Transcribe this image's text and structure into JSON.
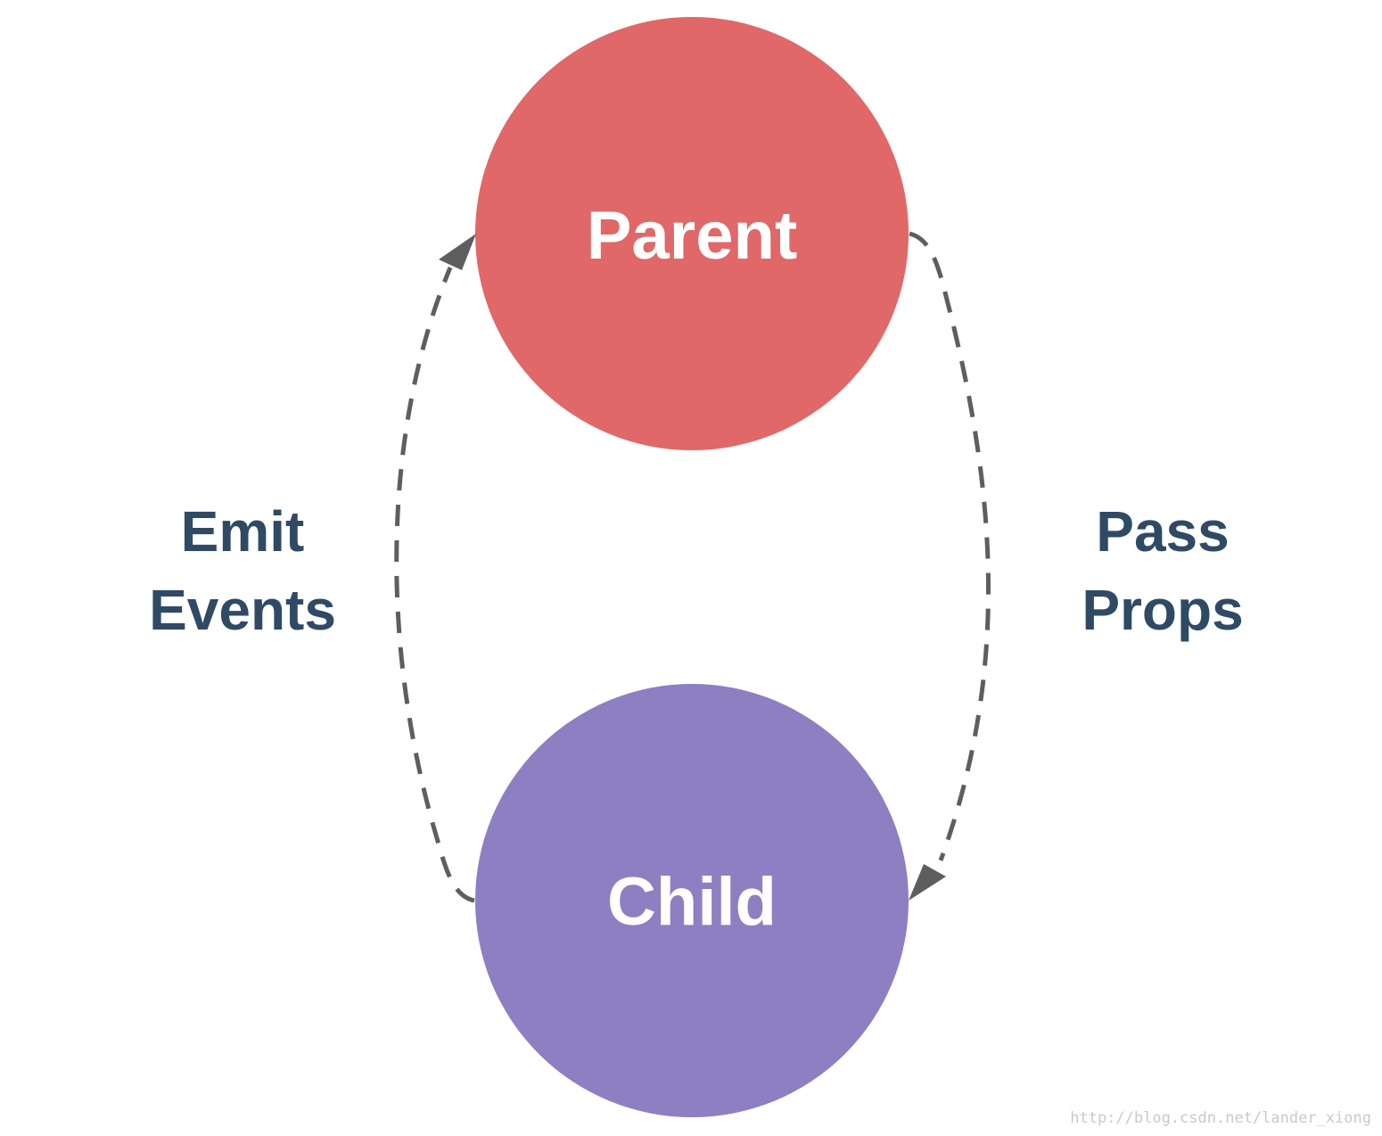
{
  "diagram": {
    "parent": {
      "label": "Parent",
      "color": "#e06868"
    },
    "child": {
      "label": "Child",
      "color": "#8e7ec2"
    },
    "emit": {
      "line1": "Emit",
      "line2": "Events"
    },
    "pass": {
      "line1": "Pass",
      "line2": "Props"
    },
    "label_color": "#2f4a64",
    "arrow_color": "#5e5e5e"
  },
  "watermark": "http://blog.csdn.net/lander_xiong"
}
